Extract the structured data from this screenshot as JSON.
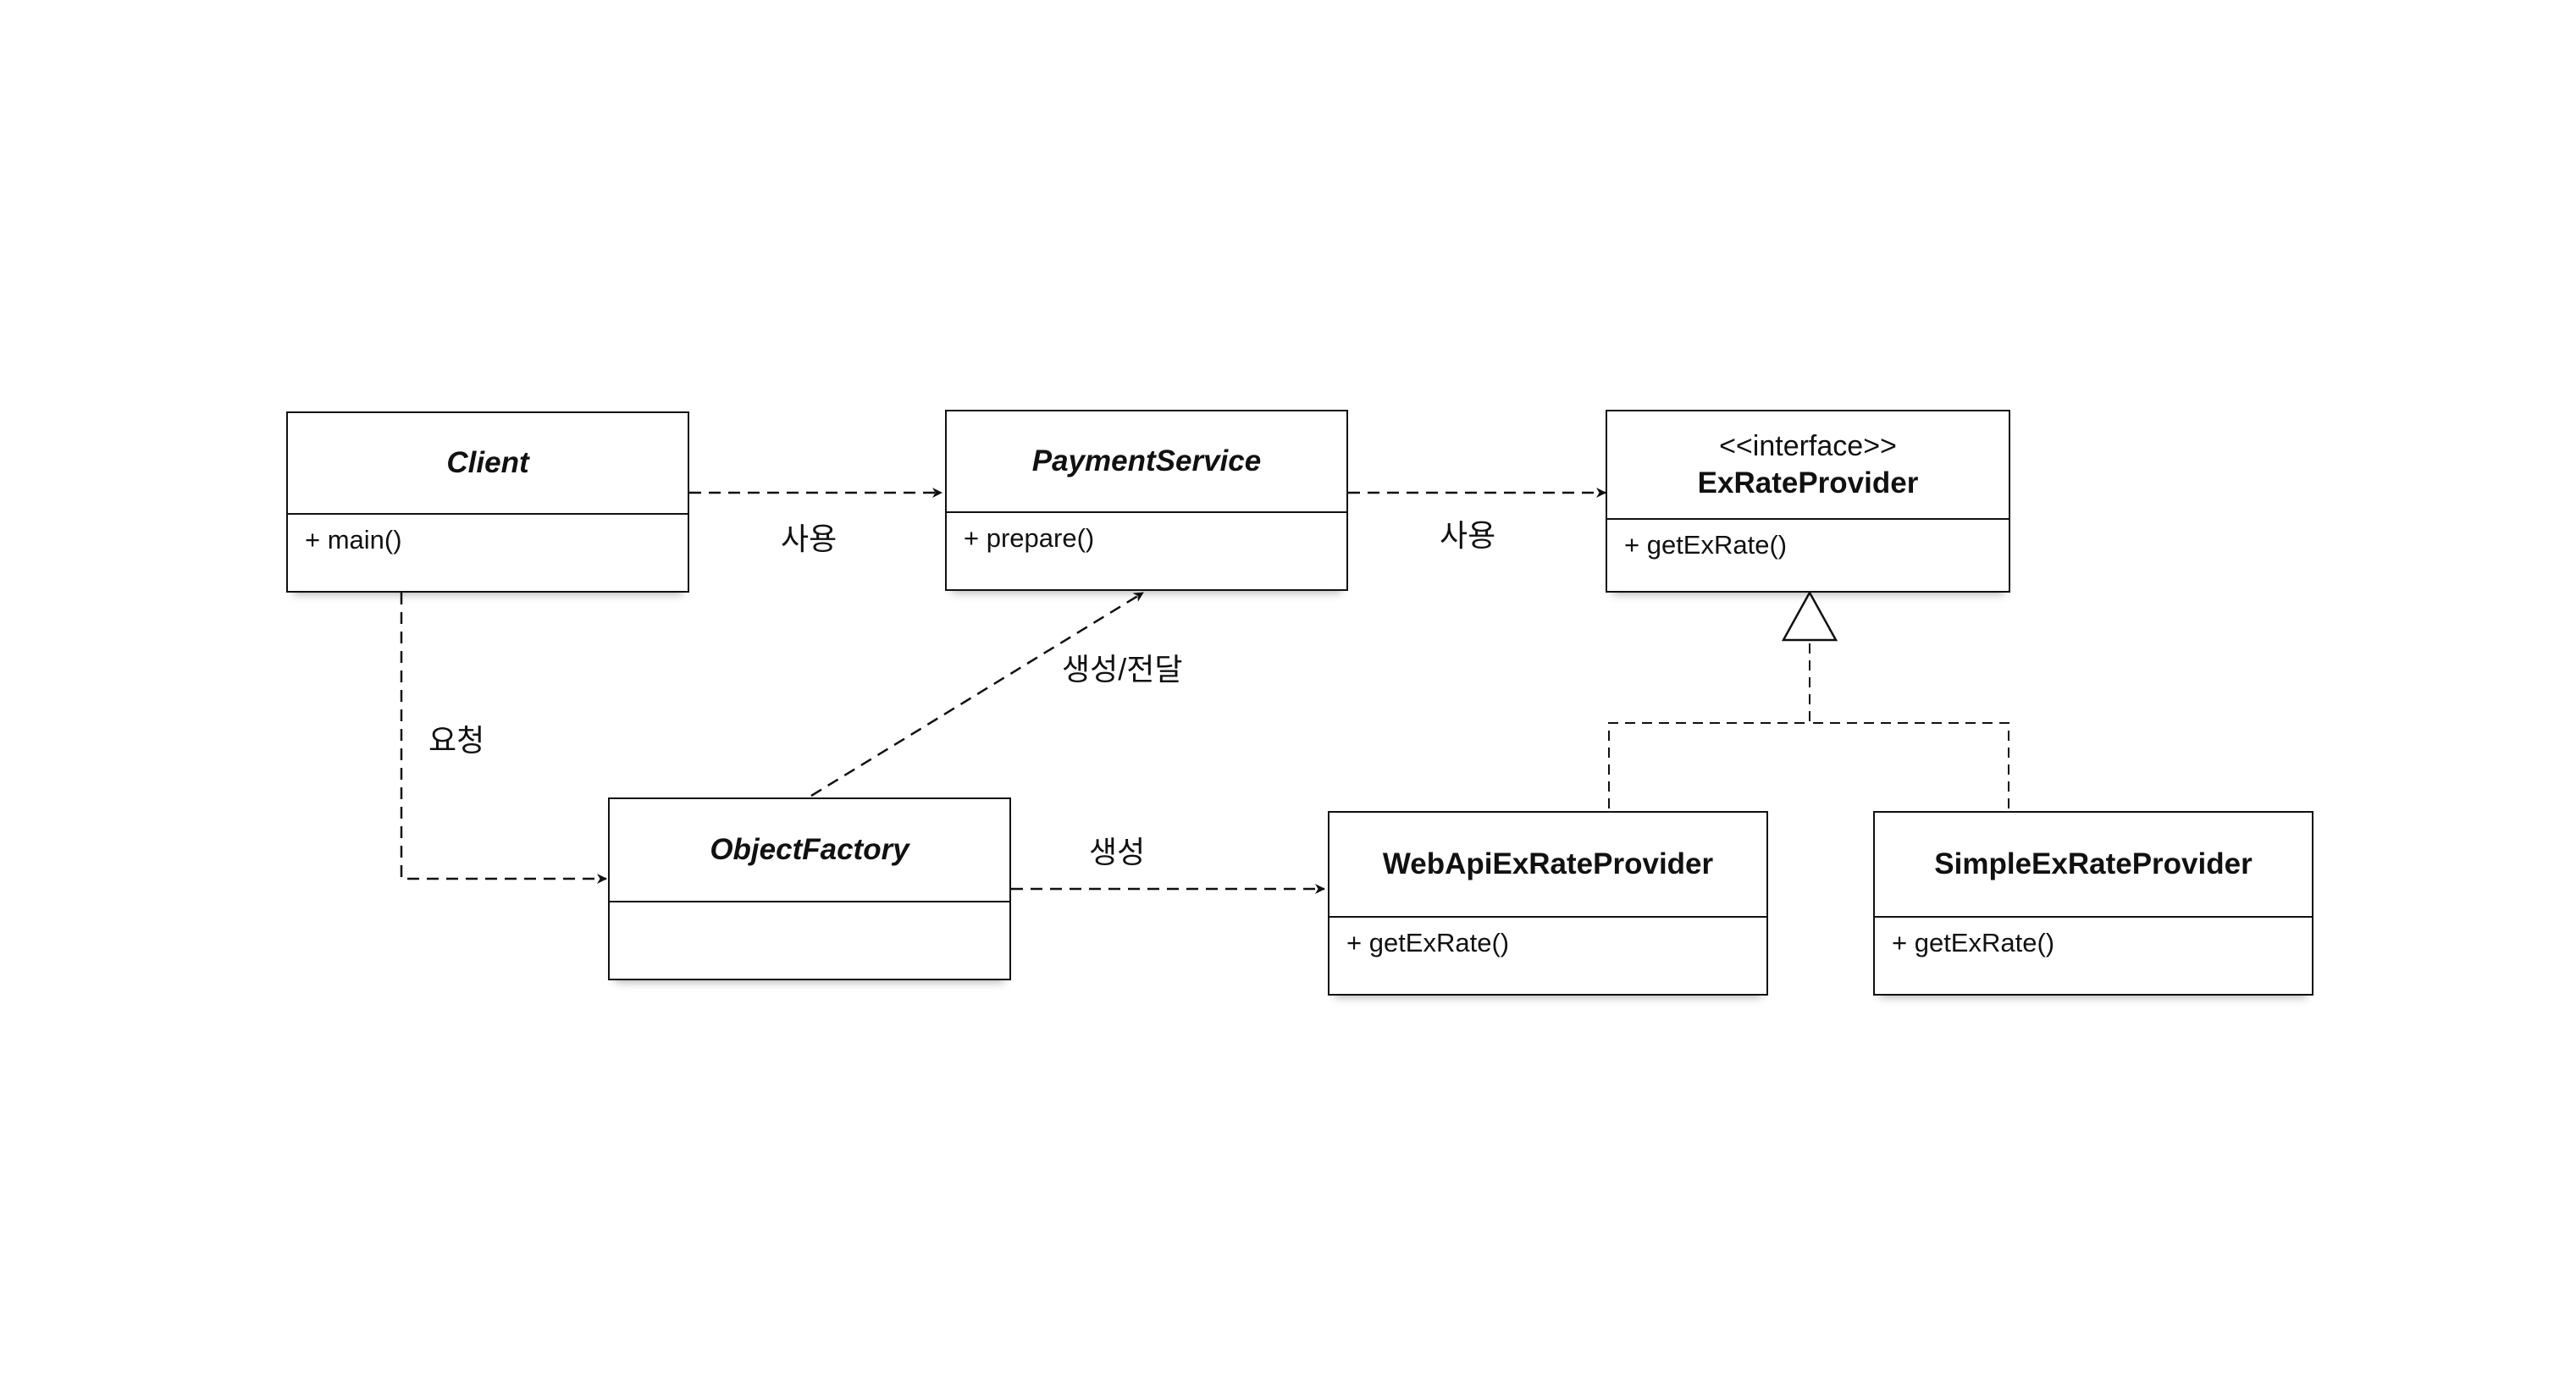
{
  "classes": {
    "client": {
      "name": "Client",
      "method": "+ main()"
    },
    "payment_service": {
      "name": "PaymentService",
      "method": "+ prepare()"
    },
    "ex_rate_provider": {
      "stereotype": "<<interface>>",
      "name": "ExRateProvider",
      "method": "+ getExRate()"
    },
    "object_factory": {
      "name": "ObjectFactory",
      "method": ""
    },
    "web_api_ex_rate_provider": {
      "name": "WebApiExRateProvider",
      "method": "+ getExRate()"
    },
    "simple_ex_rate_provider": {
      "name": "SimpleExRateProvider",
      "method": "+ getExRate()"
    }
  },
  "relations": {
    "client_uses_payment": "사용",
    "payment_uses_provider": "사용",
    "client_requests_factory": "요청",
    "factory_creates_payment": "생성/전달",
    "factory_creates_webapi": "생성"
  },
  "colors": {
    "line": "#111111",
    "background": "#ffffff"
  }
}
